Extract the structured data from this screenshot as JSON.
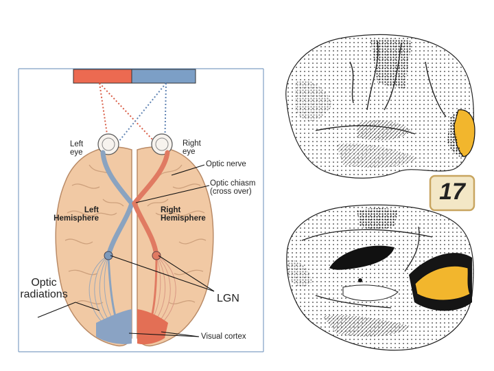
{
  "left_diagram": {
    "labels": {
      "left_eye": "Left\neye",
      "right_eye": "Right\neye",
      "optic_nerve": "Optic nerve",
      "optic_chiasm": "Optic chiasm\n(cross over)",
      "left_hemisphere": "Left\nHemisphere",
      "right_hemisphere": "Right\nHemisphere",
      "optic_radiations": "Optic\nradiations",
      "lgn": "LGN",
      "visual_cortex": "Visual cortex"
    },
    "colors": {
      "left_field": "#ec6a51",
      "right_field": "#7c9fc6",
      "brain": "#f1c9a4",
      "frame": "#7f9fc4"
    }
  },
  "right_maps": {
    "badge": "17",
    "colors": {
      "area17": "#f2b62d",
      "badge_bg": "#f3e7c6",
      "badge_border": "#c8a560"
    }
  }
}
